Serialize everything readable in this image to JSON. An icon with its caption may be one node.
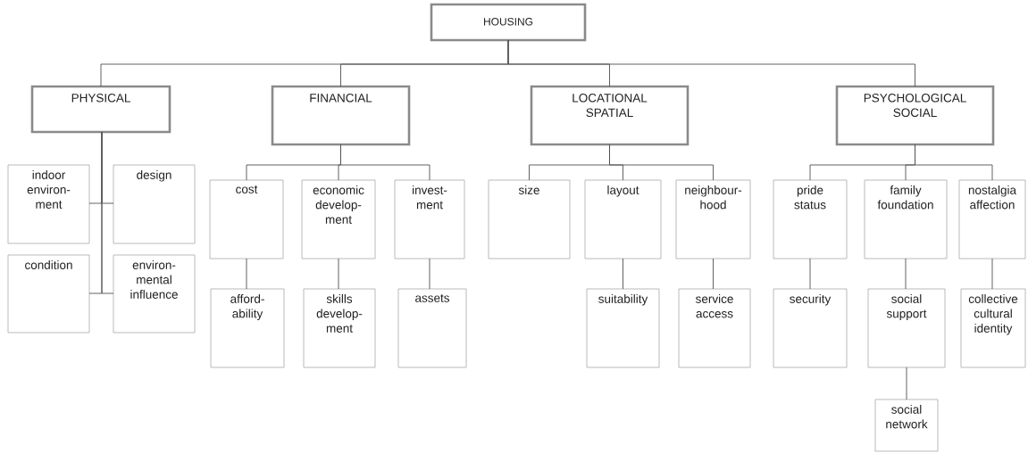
{
  "diagram": {
    "nodes": [
      {
        "text": [
          "HOUSING"
        ]
      },
      {
        "text": [
          "PHYSICAL"
        ]
      },
      {
        "text": [
          "FINANCIAL"
        ]
      },
      {
        "text": [
          "LOCATIONAL SPATIAL"
        ]
      },
      {
        "text": [
          "PSYCHOLOGICAL SOCIAL"
        ]
      },
      {
        "text": [
          "indoor environ- ment"
        ]
      },
      {
        "text": [
          "design"
        ]
      },
      {
        "text": [
          "condition"
        ]
      },
      {
        "text": [
          "environ- mental influence"
        ]
      },
      {
        "text": [
          "cost"
        ]
      },
      {
        "text": [
          "economic develop- ment"
        ]
      },
      {
        "text": [
          "invest- ment"
        ]
      },
      {
        "text": [
          "afford- ability"
        ]
      },
      {
        "text": [
          "skills develop- ment"
        ]
      },
      {
        "text": [
          "assets"
        ]
      },
      {
        "text": [
          "size"
        ]
      },
      {
        "text": [
          "layout"
        ]
      },
      {
        "text": [
          "neighbour- hood"
        ]
      },
      {
        "text": [
          "suitability"
        ]
      },
      {
        "text": [
          "service access"
        ]
      },
      {
        "text": [
          "pride status"
        ]
      },
      {
        "text": [
          "family foundation"
        ]
      },
      {
        "text": [
          "nostalgia affection"
        ]
      },
      {
        "text": [
          "security"
        ]
      },
      {
        "text": [
          "social support"
        ]
      },
      {
        "text": [
          "collective cultural identity"
        ]
      },
      {
        "text": [
          "social network"
        ]
      }
    ],
    "edges": [
      {
        "from": 0,
        "to": 1,
        "arrow": "none"
      },
      {
        "from": 0,
        "to": 2,
        "arrow": "none"
      },
      {
        "from": 0,
        "to": 3,
        "arrow": "none"
      },
      {
        "from": 0,
        "to": 4,
        "arrow": "none"
      },
      {
        "from": 1,
        "to": 5,
        "arrow": "none"
      },
      {
        "from": 1,
        "to": 6,
        "arrow": "none"
      },
      {
        "from": 1,
        "to": 7,
        "arrow": "none"
      },
      {
        "from": 1,
        "to": 8,
        "arrow": "none"
      },
      {
        "from": 2,
        "to": 9,
        "arrow": "none"
      },
      {
        "from": 2,
        "to": 10,
        "arrow": "none"
      },
      {
        "from": 2,
        "to": 11,
        "arrow": "none"
      },
      {
        "from": 9,
        "to": 12,
        "arrow": "none"
      },
      {
        "from": 10,
        "to": 13,
        "arrow": "none"
      },
      {
        "from": 11,
        "to": 14,
        "arrow": "none"
      },
      {
        "from": 3,
        "to": 15,
        "arrow": "none"
      },
      {
        "from": 3,
        "to": 16,
        "arrow": "none"
      },
      {
        "from": 3,
        "to": 17,
        "arrow": "none"
      },
      {
        "from": 16,
        "to": 18,
        "arrow": "none"
      },
      {
        "from": 17,
        "to": 19,
        "arrow": "none"
      },
      {
        "from": 4,
        "to": 20,
        "arrow": "none"
      },
      {
        "from": 4,
        "to": 21,
        "arrow": "none"
      },
      {
        "from": 4,
        "to": 22,
        "arrow": "none"
      },
      {
        "from": 20,
        "to": 23,
        "arrow": "none"
      },
      {
        "from": 21,
        "to": 24,
        "arrow": "none"
      },
      {
        "from": 22,
        "to": 25,
        "arrow": "none"
      },
      {
        "from": 24,
        "to": 26,
        "arrow": "none"
      }
    ]
  }
}
